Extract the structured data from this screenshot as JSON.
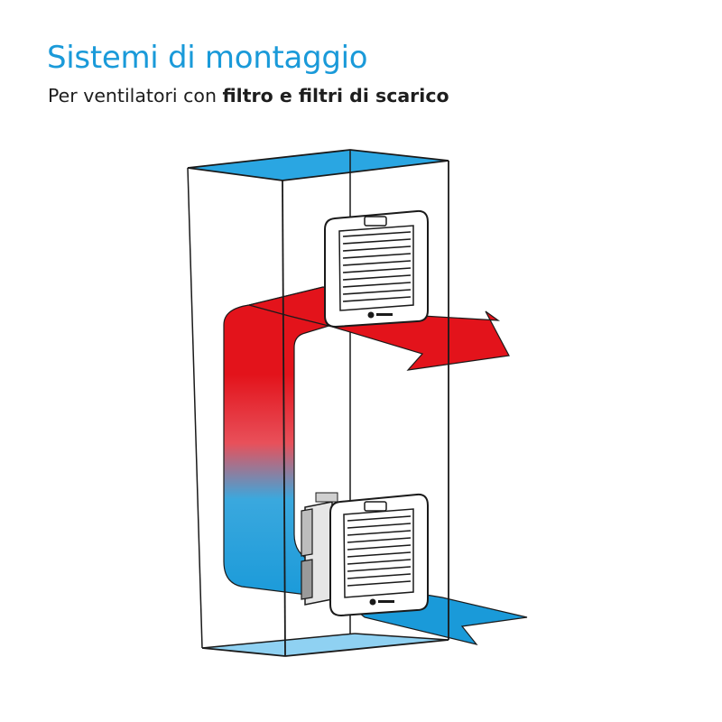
{
  "header": {
    "title": "Sistemi di montaggio",
    "subtitle_prefix": "Per ventilatori con ",
    "subtitle_bold": "filtro e filtri di scarico"
  },
  "colors": {
    "title": "#1a9ad9",
    "cabinet_stroke": "#1a1a1a",
    "cabinet_top": "#2aa6e2",
    "cabinet_bottom": "#8fd1f2",
    "hot_air": "#e3131b",
    "cold_air": "#1a9ad9"
  },
  "icons": {
    "upper_unit": "exhaust-filter-icon",
    "lower_unit": "fan-with-filter-icon"
  }
}
